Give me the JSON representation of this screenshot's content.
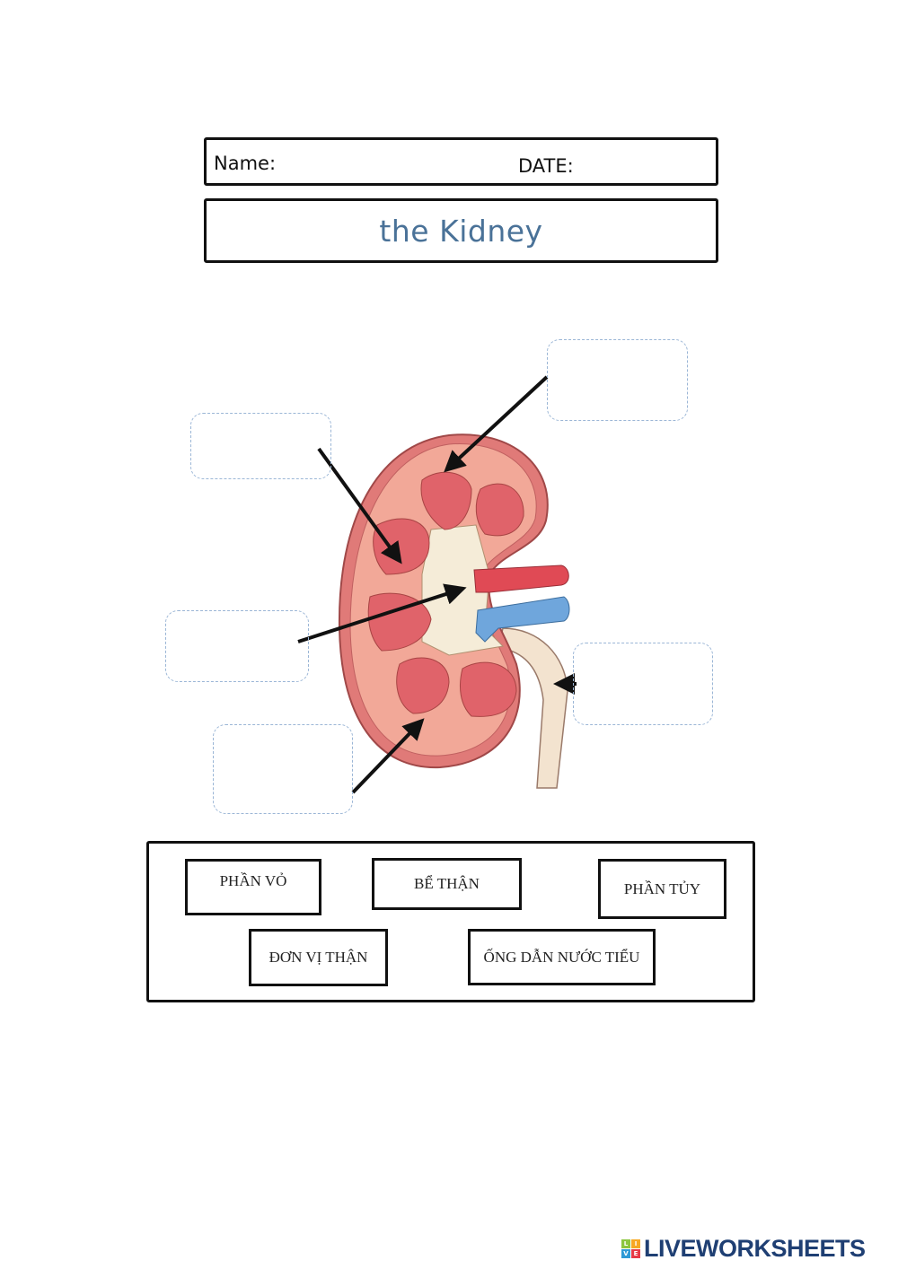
{
  "header": {
    "name_label": "Name:",
    "date_label": "DATE:",
    "title": "the Kidney"
  },
  "answer_boxes": [
    {
      "id": "top-left",
      "value": ""
    },
    {
      "id": "top-right",
      "value": ""
    },
    {
      "id": "middle-left",
      "value": ""
    },
    {
      "id": "right",
      "value": ""
    },
    {
      "id": "bottom-left",
      "value": ""
    }
  ],
  "word_bank": [
    "PHẦN VỎ",
    "BỂ THẬN",
    "PHẦN TỦY",
    "ĐƠN VỊ THẬN",
    "ỐNG DẪN NƯỚC TIỂU"
  ],
  "logo": {
    "text": "LIVEWORKSHEETS",
    "cube_letters": [
      "L",
      "I",
      "V",
      "E"
    ]
  },
  "colors": {
    "title": "#4a7298",
    "cortex": "#f2a898",
    "medulla": "#e0636a",
    "artery": "#e04a55",
    "vein": "#6fa6dc",
    "ureter": "#f3e3cf",
    "logo": "#1f3f73"
  }
}
